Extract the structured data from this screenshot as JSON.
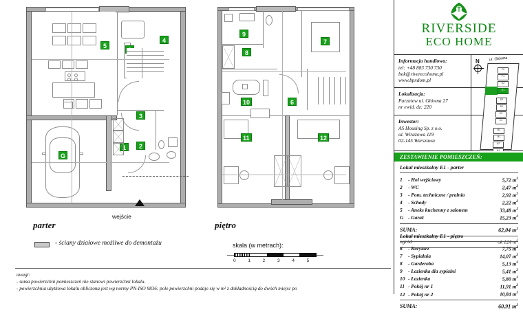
{
  "brand": {
    "line1": "RIVERSIDE",
    "line2": "ECO HOME",
    "logo_icon": "leaf-emblem-icon"
  },
  "info_panels": [
    {
      "label": "Informacja handlowa:",
      "values": [
        "tel: +48 883 730 730",
        "bok@riverecohome.pl",
        "www.bpxdom.pl"
      ]
    },
    {
      "label": "Lokalizacja:",
      "values": [
        "Parzniew ul. Główna 27",
        "nr ewid. dz: 220"
      ]
    },
    {
      "label": "Inwestor:",
      "values": [
        "AS Housing Sp. z o.o.",
        "ul. Wirażowa 119",
        "02-145 Warszawa"
      ]
    }
  ],
  "sitemap": {
    "north_label": "N",
    "street_label": "ul. Główna",
    "plots": [
      "F2",
      "F1",
      "E2",
      "E1",
      "D2",
      "D1",
      "C2",
      "C1",
      "B2",
      "B1",
      "A2",
      "A1"
    ],
    "highlighted_plot": "E1",
    "highlight_color": "#1b9e1f"
  },
  "schedule": {
    "header": "ZESTAWIENIE POMIESZCZEŃ:",
    "ground": {
      "subtitle": "Lokal mieszkalny E1 - parter",
      "rooms": [
        {
          "idx": "1",
          "name": "- Hol wejściowy",
          "area": "5,72 m"
        },
        {
          "idx": "2",
          "name": "- WC",
          "area": "2,47 m"
        },
        {
          "idx": "3",
          "name": "- Pom. techniczne / pralnia",
          "area": "2,92 m"
        },
        {
          "idx": "4",
          "name": "- Schody",
          "area": "2,22 m"
        },
        {
          "idx": "5",
          "name": "- Aneks kuchenny z salonem",
          "area": "33,48 m"
        },
        {
          "idx": "G",
          "name": "- Garaż",
          "area": "15,23 m"
        }
      ],
      "sum_label": "SUMA:",
      "sum_value": "62,04 m",
      "garden_label": "ogród",
      "garden_value": "ok 124 m"
    },
    "upper": {
      "subtitle": "Lokal mieszkalny E1 - piętro",
      "rooms": [
        {
          "idx": "6",
          "name": "- Korytarz",
          "area": "7,75 m"
        },
        {
          "idx": "7",
          "name": "- Sypialnia",
          "area": "14,07 m"
        },
        {
          "idx": "8",
          "name": "- Garderoba",
          "area": "5,13 m"
        },
        {
          "idx": "9",
          "name": "- Łazienka dla sypialni",
          "area": "5,41 m"
        },
        {
          "idx": "10",
          "name": "- Łazienka",
          "area": "5,80 m"
        },
        {
          "idx": "11",
          "name": "- Pokój nr 1",
          "area": "11,91 m"
        },
        {
          "idx": "12",
          "name": "- Pokój nr 2",
          "area": "10,84 m"
        }
      ],
      "sum_label": "SUMA:",
      "sum_value": "60,91 m"
    }
  },
  "plans": {
    "ground_label": "parter",
    "upper_label": "piętro",
    "entrance_label": "wejście",
    "ground_rooms": [
      "5",
      "6",
      "4",
      "1",
      "2",
      "3",
      "G"
    ],
    "upper_rooms": [
      "9",
      "8",
      "7",
      "10",
      "6",
      "11",
      "12"
    ]
  },
  "legend": {
    "swatch_text": "- ściany działowe możliwe do demontażu"
  },
  "scale": {
    "title": "skala (w metrach):",
    "ticks": [
      "0",
      "1",
      "2",
      "3",
      "4",
      "5"
    ]
  },
  "notes": {
    "title": "uwagi:",
    "line1": "- suma powierzchni pomieszczeń nie stanowi powierzchni lokalu.",
    "line2": "- powierzchnia użytkowa lokalu obliczona jest wg normy PN-ISO 9836: pole powierzchni podaje się w m² z dokładnością do dwóch miejsc po"
  }
}
